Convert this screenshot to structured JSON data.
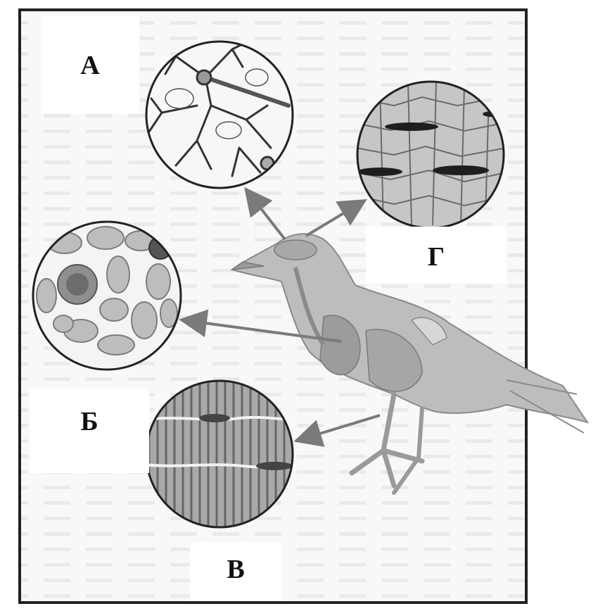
{
  "labels": {
    "a": "А",
    "b": "Б",
    "v": "В",
    "g": "Г"
  },
  "panels": {
    "a": "nerve-tissue-icon",
    "b": "blood-cells-icon",
    "v": "striated-muscle-icon",
    "g": "smooth-muscle-icon",
    "organism": "bird-icon"
  },
  "colors": {
    "frame": "#222222",
    "tissue_fill": "#c8c8c8",
    "bird_fill": "#bdbdbd",
    "arrow": "#7a7a7a"
  }
}
